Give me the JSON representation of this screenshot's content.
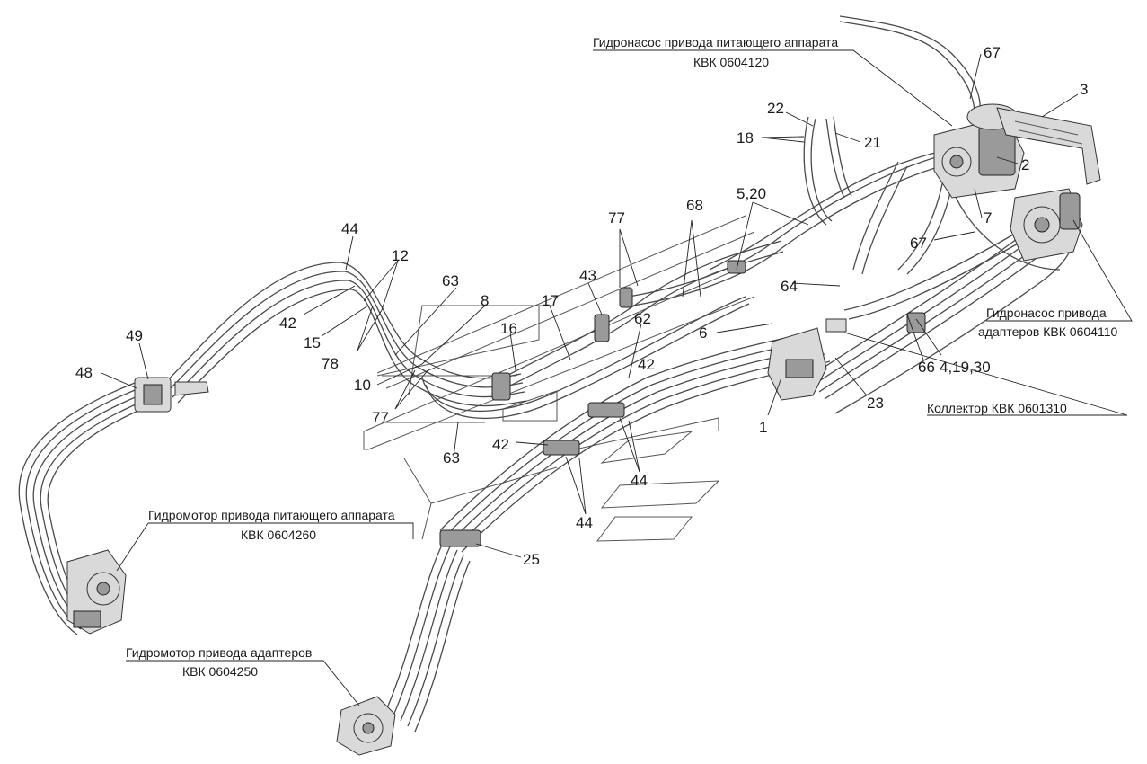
{
  "diagram": {
    "callouts": [
      {
        "id": "n67a",
        "label": "67"
      },
      {
        "id": "n3",
        "label": "3"
      },
      {
        "id": "n22",
        "label": "22"
      },
      {
        "id": "n18",
        "label": "18"
      },
      {
        "id": "n21",
        "label": "21"
      },
      {
        "id": "n2",
        "label": "2"
      },
      {
        "id": "n7",
        "label": "7"
      },
      {
        "id": "n67b",
        "label": "67"
      },
      {
        "id": "n520",
        "label": "5,20"
      },
      {
        "id": "n77a",
        "label": "77"
      },
      {
        "id": "n68",
        "label": "68"
      },
      {
        "id": "n44a",
        "label": "44"
      },
      {
        "id": "n12",
        "label": "12"
      },
      {
        "id": "n63a",
        "label": "63"
      },
      {
        "id": "n8",
        "label": "8"
      },
      {
        "id": "n17",
        "label": "17"
      },
      {
        "id": "n43",
        "label": "43"
      },
      {
        "id": "n62",
        "label": "62"
      },
      {
        "id": "n64",
        "label": "64"
      },
      {
        "id": "n42a",
        "label": "42"
      },
      {
        "id": "n15",
        "label": "15"
      },
      {
        "id": "n78",
        "label": "78"
      },
      {
        "id": "n16",
        "label": "16"
      },
      {
        "id": "n6",
        "label": "6"
      },
      {
        "id": "n49",
        "label": "49"
      },
      {
        "id": "n48",
        "label": "48"
      },
      {
        "id": "n10",
        "label": "10"
      },
      {
        "id": "n77b",
        "label": "77"
      },
      {
        "id": "n42b",
        "label": "42"
      },
      {
        "id": "n66",
        "label": "66"
      },
      {
        "id": "n41930",
        "label": "4,19,30"
      },
      {
        "id": "n23",
        "label": "23"
      },
      {
        "id": "n1",
        "label": "1"
      },
      {
        "id": "n42c",
        "label": "42"
      },
      {
        "id": "n63b",
        "label": "63"
      },
      {
        "id": "n44b",
        "label": "44"
      },
      {
        "id": "n44c",
        "label": "44"
      },
      {
        "id": "n25",
        "label": "25"
      }
    ],
    "captions": {
      "pump_feeder_line1": "Гидронасос привода питающего аппарата",
      "pump_feeder_line2": "КВК 0604120",
      "pump_adapters_line1": "Гидронасос привода",
      "pump_adapters_line2": "адаптеров КВК 0604110",
      "collector": "Коллектор КВК 0601310",
      "motor_feeder_line1": "Гидромотор привода питающего аппарата",
      "motor_feeder_line2": "КВК 0604260",
      "motor_adapters_line1": "Гидромотор привода адаптеров",
      "motor_adapters_line2": "КВК 0604250"
    }
  }
}
